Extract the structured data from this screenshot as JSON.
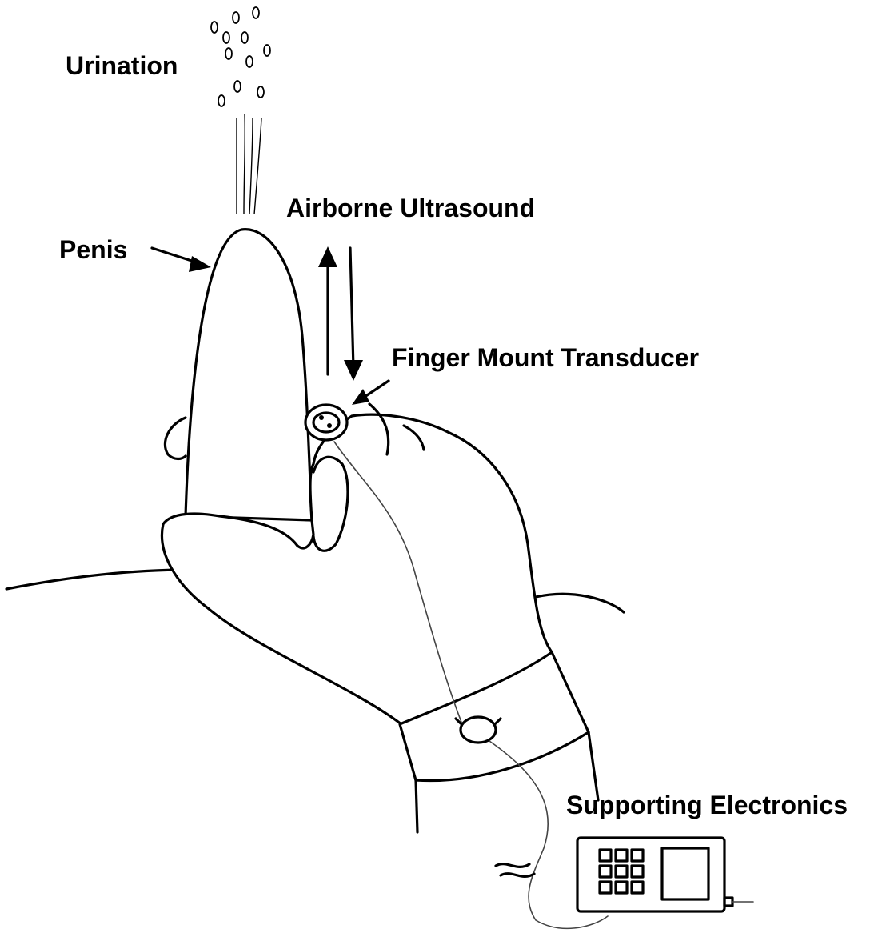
{
  "labels": {
    "urination": "Urination",
    "airborne_ultrasound": "Airborne Ultrasound",
    "penis": "Penis",
    "finger_mount_transducer": "Finger Mount Transducer",
    "supporting_electronics": "Supporting Electronics"
  },
  "colors": {
    "line": "#000000",
    "background": "#ffffff"
  }
}
